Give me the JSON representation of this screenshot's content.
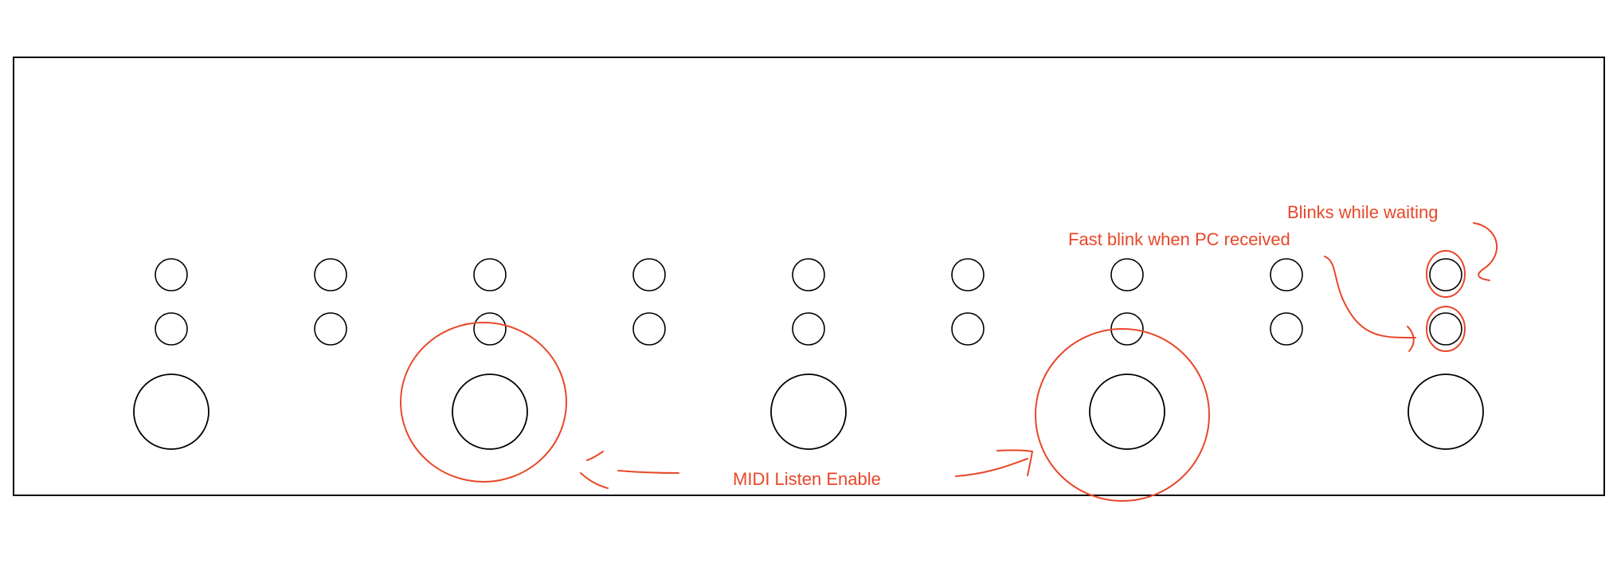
{
  "annotations": {
    "blinks_waiting": "Blinks while waiting",
    "fast_blink": "Fast blink when PC received",
    "midi_listen": "MIDI Listen Enable"
  },
  "colors": {
    "outline": "#000000",
    "annotation": "#e8472a",
    "background": "#ffffff"
  },
  "panel": {
    "columns": 9,
    "rows_of_leds": 2,
    "switches": 5
  }
}
